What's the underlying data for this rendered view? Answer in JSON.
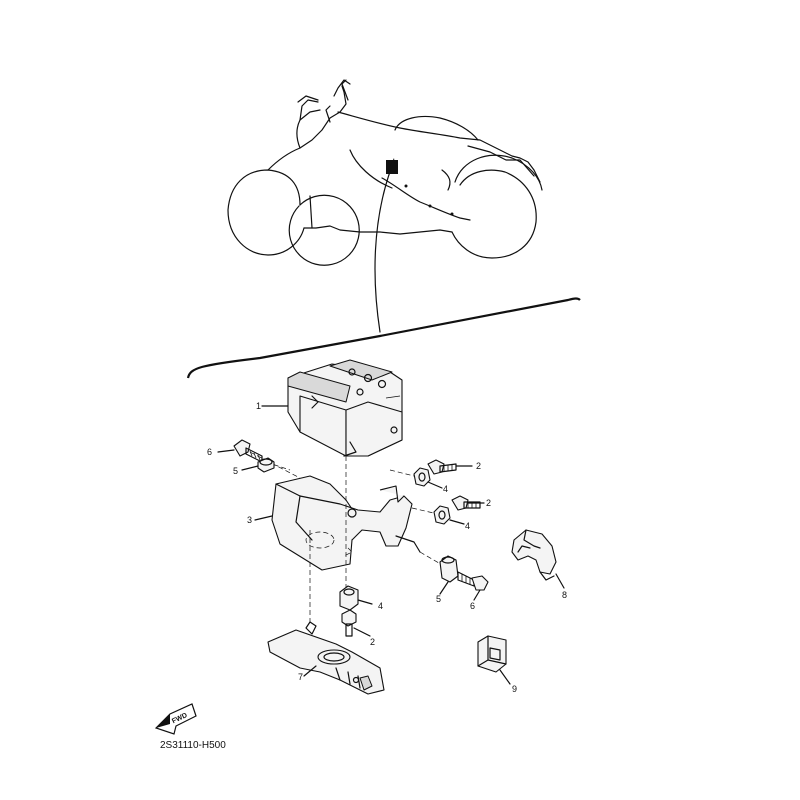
{
  "diagram": {
    "drawing_code": "2S31110-H500",
    "fwd_label": "FWD",
    "callouts": [
      {
        "id": "c1a",
        "label": "1"
      },
      {
        "id": "c2a",
        "label": "2"
      },
      {
        "id": "c2b",
        "label": "2"
      },
      {
        "id": "c2c",
        "label": "2"
      },
      {
        "id": "c3a",
        "label": "3"
      },
      {
        "id": "c4a",
        "label": "4"
      },
      {
        "id": "c4b",
        "label": "4"
      },
      {
        "id": "c4c",
        "label": "4"
      },
      {
        "id": "c5a",
        "label": "5"
      },
      {
        "id": "c5b",
        "label": "5"
      },
      {
        "id": "c6a",
        "label": "6"
      },
      {
        "id": "c6b",
        "label": "6"
      },
      {
        "id": "c7a",
        "label": "7"
      },
      {
        "id": "c8a",
        "label": "8"
      },
      {
        "id": "c9a",
        "label": "9"
      }
    ]
  }
}
